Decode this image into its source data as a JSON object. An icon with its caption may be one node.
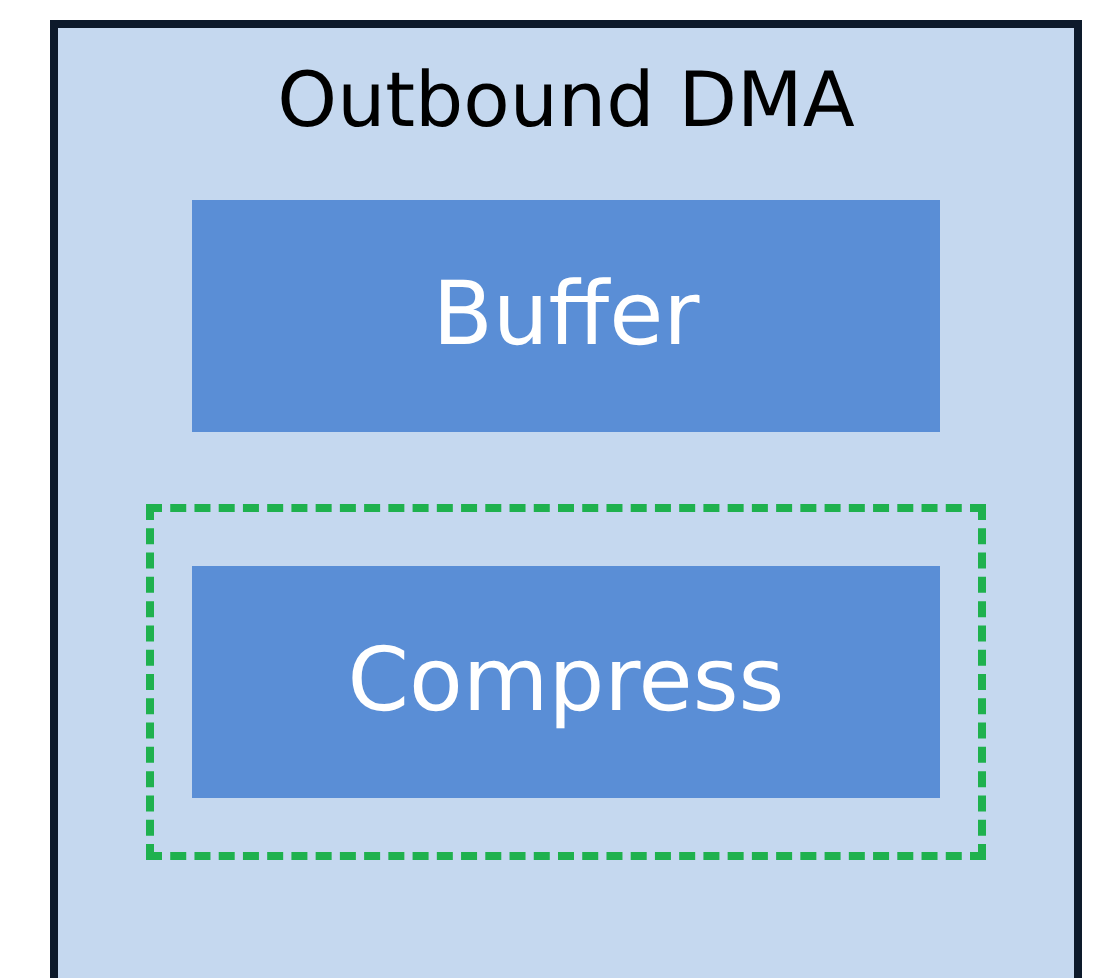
{
  "diagram": {
    "nodes": [
      {
        "text": [
          "Outbound DMA"
        ]
      },
      {
        "text": [
          "Buffer"
        ],
        "in": 0
      },
      {
        "text": [],
        "shape": "box",
        "in": 0
      },
      {
        "text": [
          "Compress"
        ],
        "in": 2
      }
    ]
  }
}
